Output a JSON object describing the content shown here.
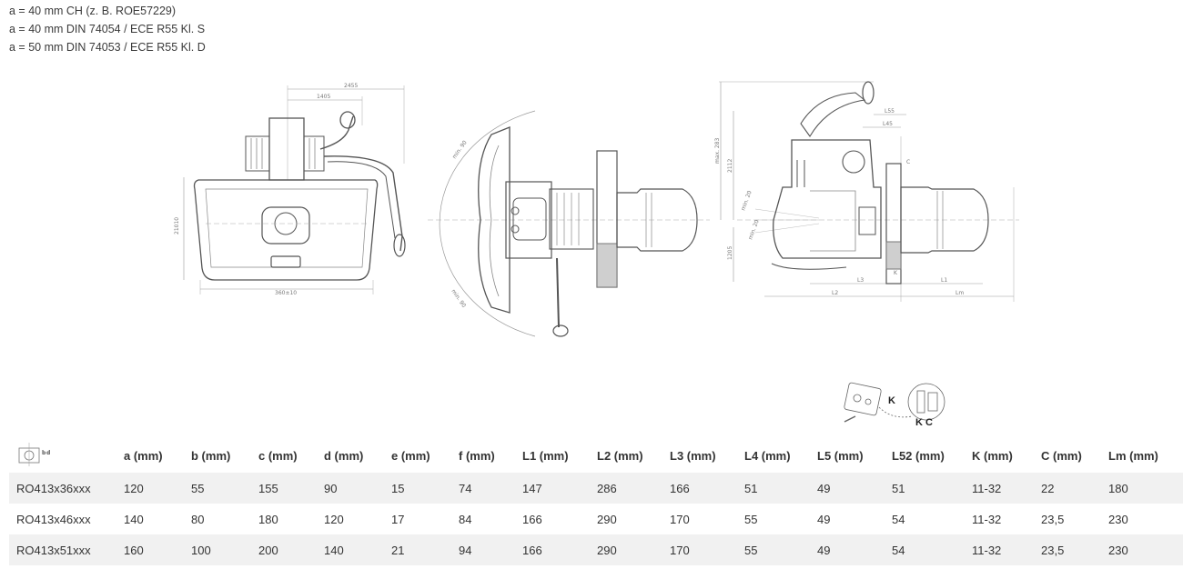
{
  "notes": [
    "a = 40 mm CH (z. B. ROE57229)",
    "a = 40 mm DIN 74054 / ECE R55 Kl. S",
    "a = 50 mm DIN 74053 / ECE R55 Kl. D"
  ],
  "drawing_labels": {
    "front_top": "2455",
    "front_top_inner": "1405",
    "front_height": "21010",
    "front_width": "360±10",
    "side_arc_top": "min. 90",
    "side_arc_bottom": "min. 90",
    "right_max_height": "max. 283",
    "right_2112": "2112",
    "right_1205": "1205",
    "right_angle_1": "min. 20",
    "right_angle_2": "min. 20",
    "L55": "L55",
    "L45": "L45",
    "C": "C",
    "K": "K",
    "L2": "L2",
    "L3": "L3",
    "L1": "L1",
    "Lm": "Lm"
  },
  "legend": {
    "k_label": "K",
    "kc_label": "K C"
  },
  "table": {
    "columns": [
      "",
      "a (mm)",
      "b (mm)",
      "c (mm)",
      "d (mm)",
      "e (mm)",
      "f (mm)",
      "L1 (mm)",
      "L2 (mm)",
      "L3 (mm)",
      "L4 (mm)",
      "L5 (mm)",
      "L52 (mm)",
      "K (mm)",
      "C (mm)",
      "Lm (mm)"
    ],
    "rows": [
      [
        "RO413x36xxx",
        "120",
        "55",
        "155",
        "90",
        "15",
        "74",
        "147",
        "286",
        "166",
        "51",
        "49",
        "51",
        "11-32",
        "22",
        "180"
      ],
      [
        "RO413x46xxx",
        "140",
        "80",
        "180",
        "120",
        "17",
        "84",
        "166",
        "290",
        "170",
        "55",
        "49",
        "54",
        "11-32",
        "23,5",
        "230"
      ],
      [
        "RO413x51xxx",
        "160",
        "100",
        "200",
        "140",
        "21",
        "94",
        "166",
        "290",
        "170",
        "55",
        "49",
        "54",
        "11-32",
        "23,5",
        "230"
      ]
    ]
  }
}
